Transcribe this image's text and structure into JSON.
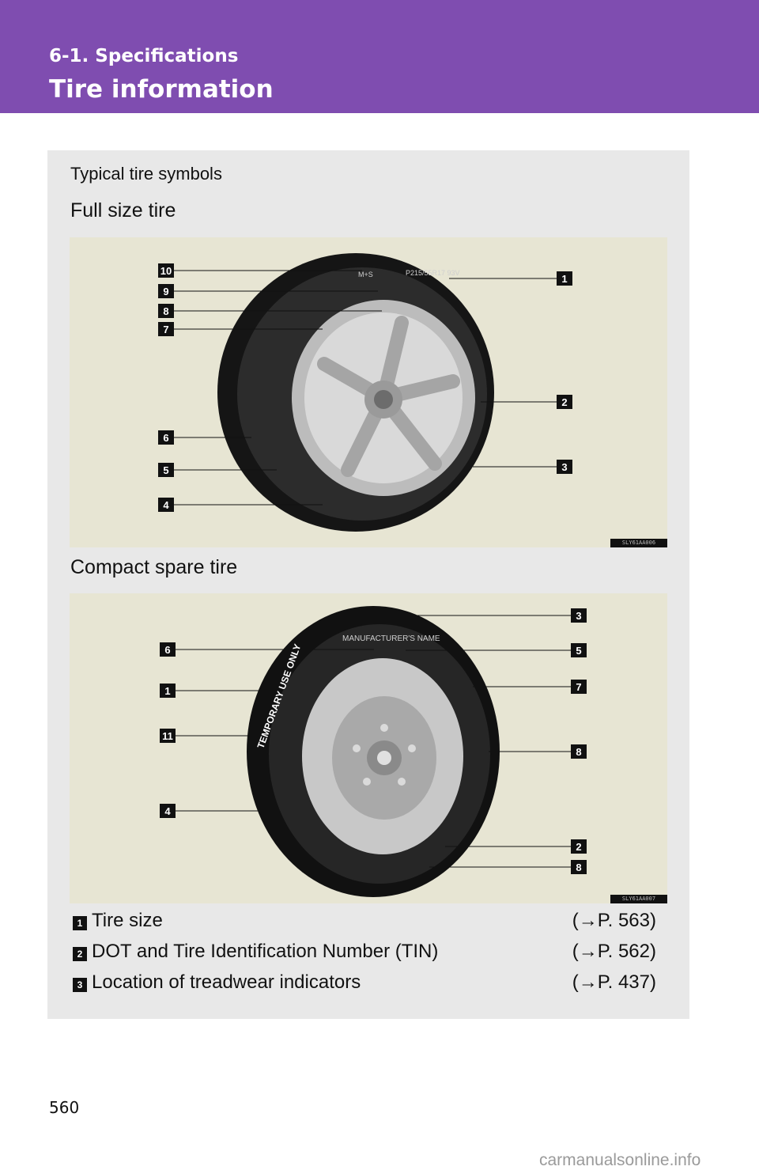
{
  "header": {
    "section": "6-1. Specifications",
    "title": "Tire information",
    "color": "#7f4db0"
  },
  "content": {
    "intro": "Typical tire symbols",
    "full_size": {
      "heading": "Full size tire",
      "image_code": "SLY61AA006",
      "callouts": [
        "10",
        "9",
        "8",
        "7",
        "6",
        "5",
        "4",
        "1",
        "2",
        "3"
      ]
    },
    "compact_spare": {
      "heading": "Compact spare tire",
      "image_code": "SLY61AA007",
      "callouts": [
        "6",
        "1",
        "11",
        "4",
        "3",
        "5",
        "7",
        "8",
        "2",
        "8"
      ]
    },
    "legend": [
      {
        "num": "1",
        "text": "Tire size",
        "ref": "(→P. 563)"
      },
      {
        "num": "2",
        "text": "DOT and Tire Identification Number (TIN)",
        "ref": "(→P. 562)"
      },
      {
        "num": "3",
        "text": "Location of treadwear indicators",
        "ref": "(→P. 437)"
      }
    ]
  },
  "footer": {
    "page_number": "560",
    "watermark": "carmanualsonline.info"
  }
}
